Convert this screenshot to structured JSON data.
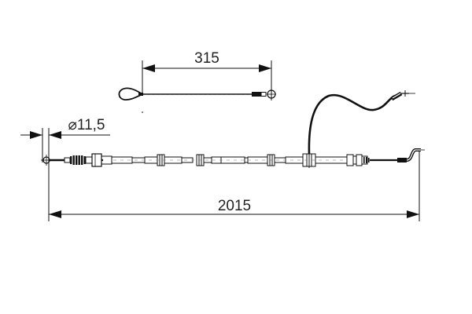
{
  "drawing": {
    "title": "Parking brake cable technical drawing",
    "background": "#ffffff",
    "line_color": "#111111"
  },
  "dimensions": {
    "diameter": {
      "label": "⌀11,5",
      "symbol": "⌀",
      "value": "11,5"
    },
    "short_cable_length": {
      "label": "315"
    },
    "total_length": {
      "label": "2015"
    }
  },
  "parts": {
    "short_cable": {
      "name": "auxiliary cable with eyelet loop and ring terminal"
    },
    "main_cable": {
      "name": "main brake cable with sheath segments"
    },
    "branch_cable": {
      "name": "curved branch cable"
    }
  }
}
